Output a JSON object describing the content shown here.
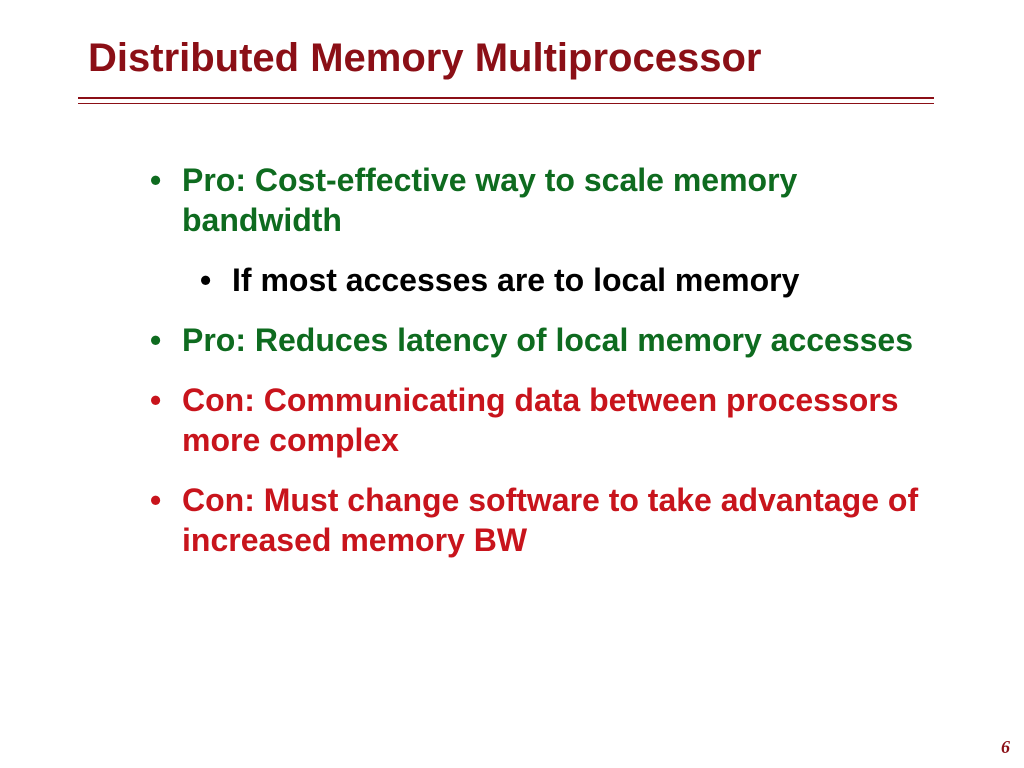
{
  "slide": {
    "title": "Distributed Memory Multiprocessor",
    "page_number": "6",
    "bullet_glyph": "•"
  },
  "bullets": [
    {
      "text": "Pro: Cost-effective way to scale memory bandwidth",
      "sub": [
        {
          "text": "If most accesses are to local memory"
        }
      ]
    },
    {
      "text": "Pro: Reduces latency of local memory accesses"
    },
    {
      "text": "Con:  Communicating data between processors more complex"
    },
    {
      "text": "Con: Must change software to take advantage of increased memory BW"
    }
  ],
  "colors": {
    "title": "#8b0f16",
    "rule": "#8b0f16",
    "pro": "#0e6b1f",
    "sub": "#000000",
    "con": "#c8141c",
    "page_number": "#8b0f16"
  }
}
